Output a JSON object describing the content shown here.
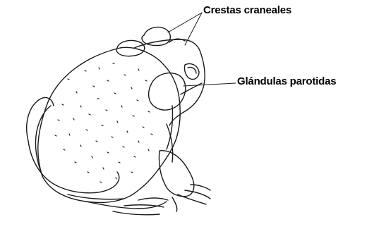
{
  "diagram": {
    "subject_icon": "toad-line-drawing",
    "labels": {
      "crestas": "Crestas craneales",
      "glandulas": "Glándulas parotidas"
    },
    "colors": {
      "ink": "#1a1a1a",
      "background": "#ffffff"
    }
  }
}
